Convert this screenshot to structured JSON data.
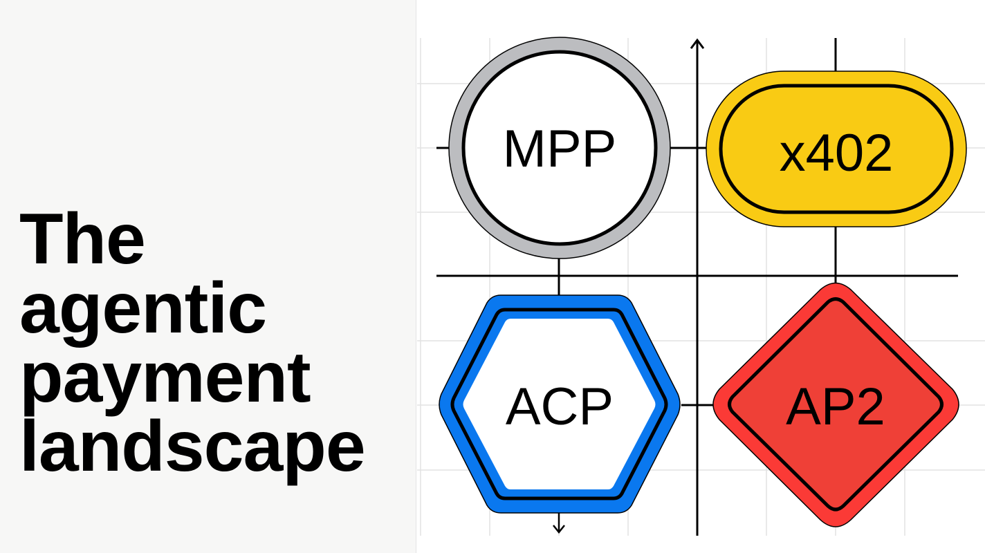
{
  "title": {
    "lines": [
      "The",
      "agentic",
      "payment",
      "landscape"
    ]
  },
  "diagram": {
    "nodes": [
      {
        "id": "mpp",
        "label": "MPP",
        "shape": "circle",
        "fill": "#ffffff",
        "ring_color": "#bcbdc0",
        "quadrant": "top-left"
      },
      {
        "id": "x402",
        "label": "x402",
        "shape": "pill",
        "fill": "#f9cb14",
        "ring_color": "#f9cb14",
        "quadrant": "top-right"
      },
      {
        "id": "acp",
        "label": "ACP",
        "shape": "hexagon",
        "fill": "#ffffff",
        "ring_color": "#0a78ef",
        "quadrant": "bottom-left"
      },
      {
        "id": "ap2",
        "label": "AP2",
        "shape": "diamond",
        "fill": "#f23f37",
        "ring_color": "#fb3a36",
        "quadrant": "bottom-right"
      }
    ],
    "colors": {
      "grid": "#e2e2e2",
      "axis": "#000000",
      "panel_bg": "#ffffff",
      "page_bg": "#f7f7f6"
    }
  }
}
